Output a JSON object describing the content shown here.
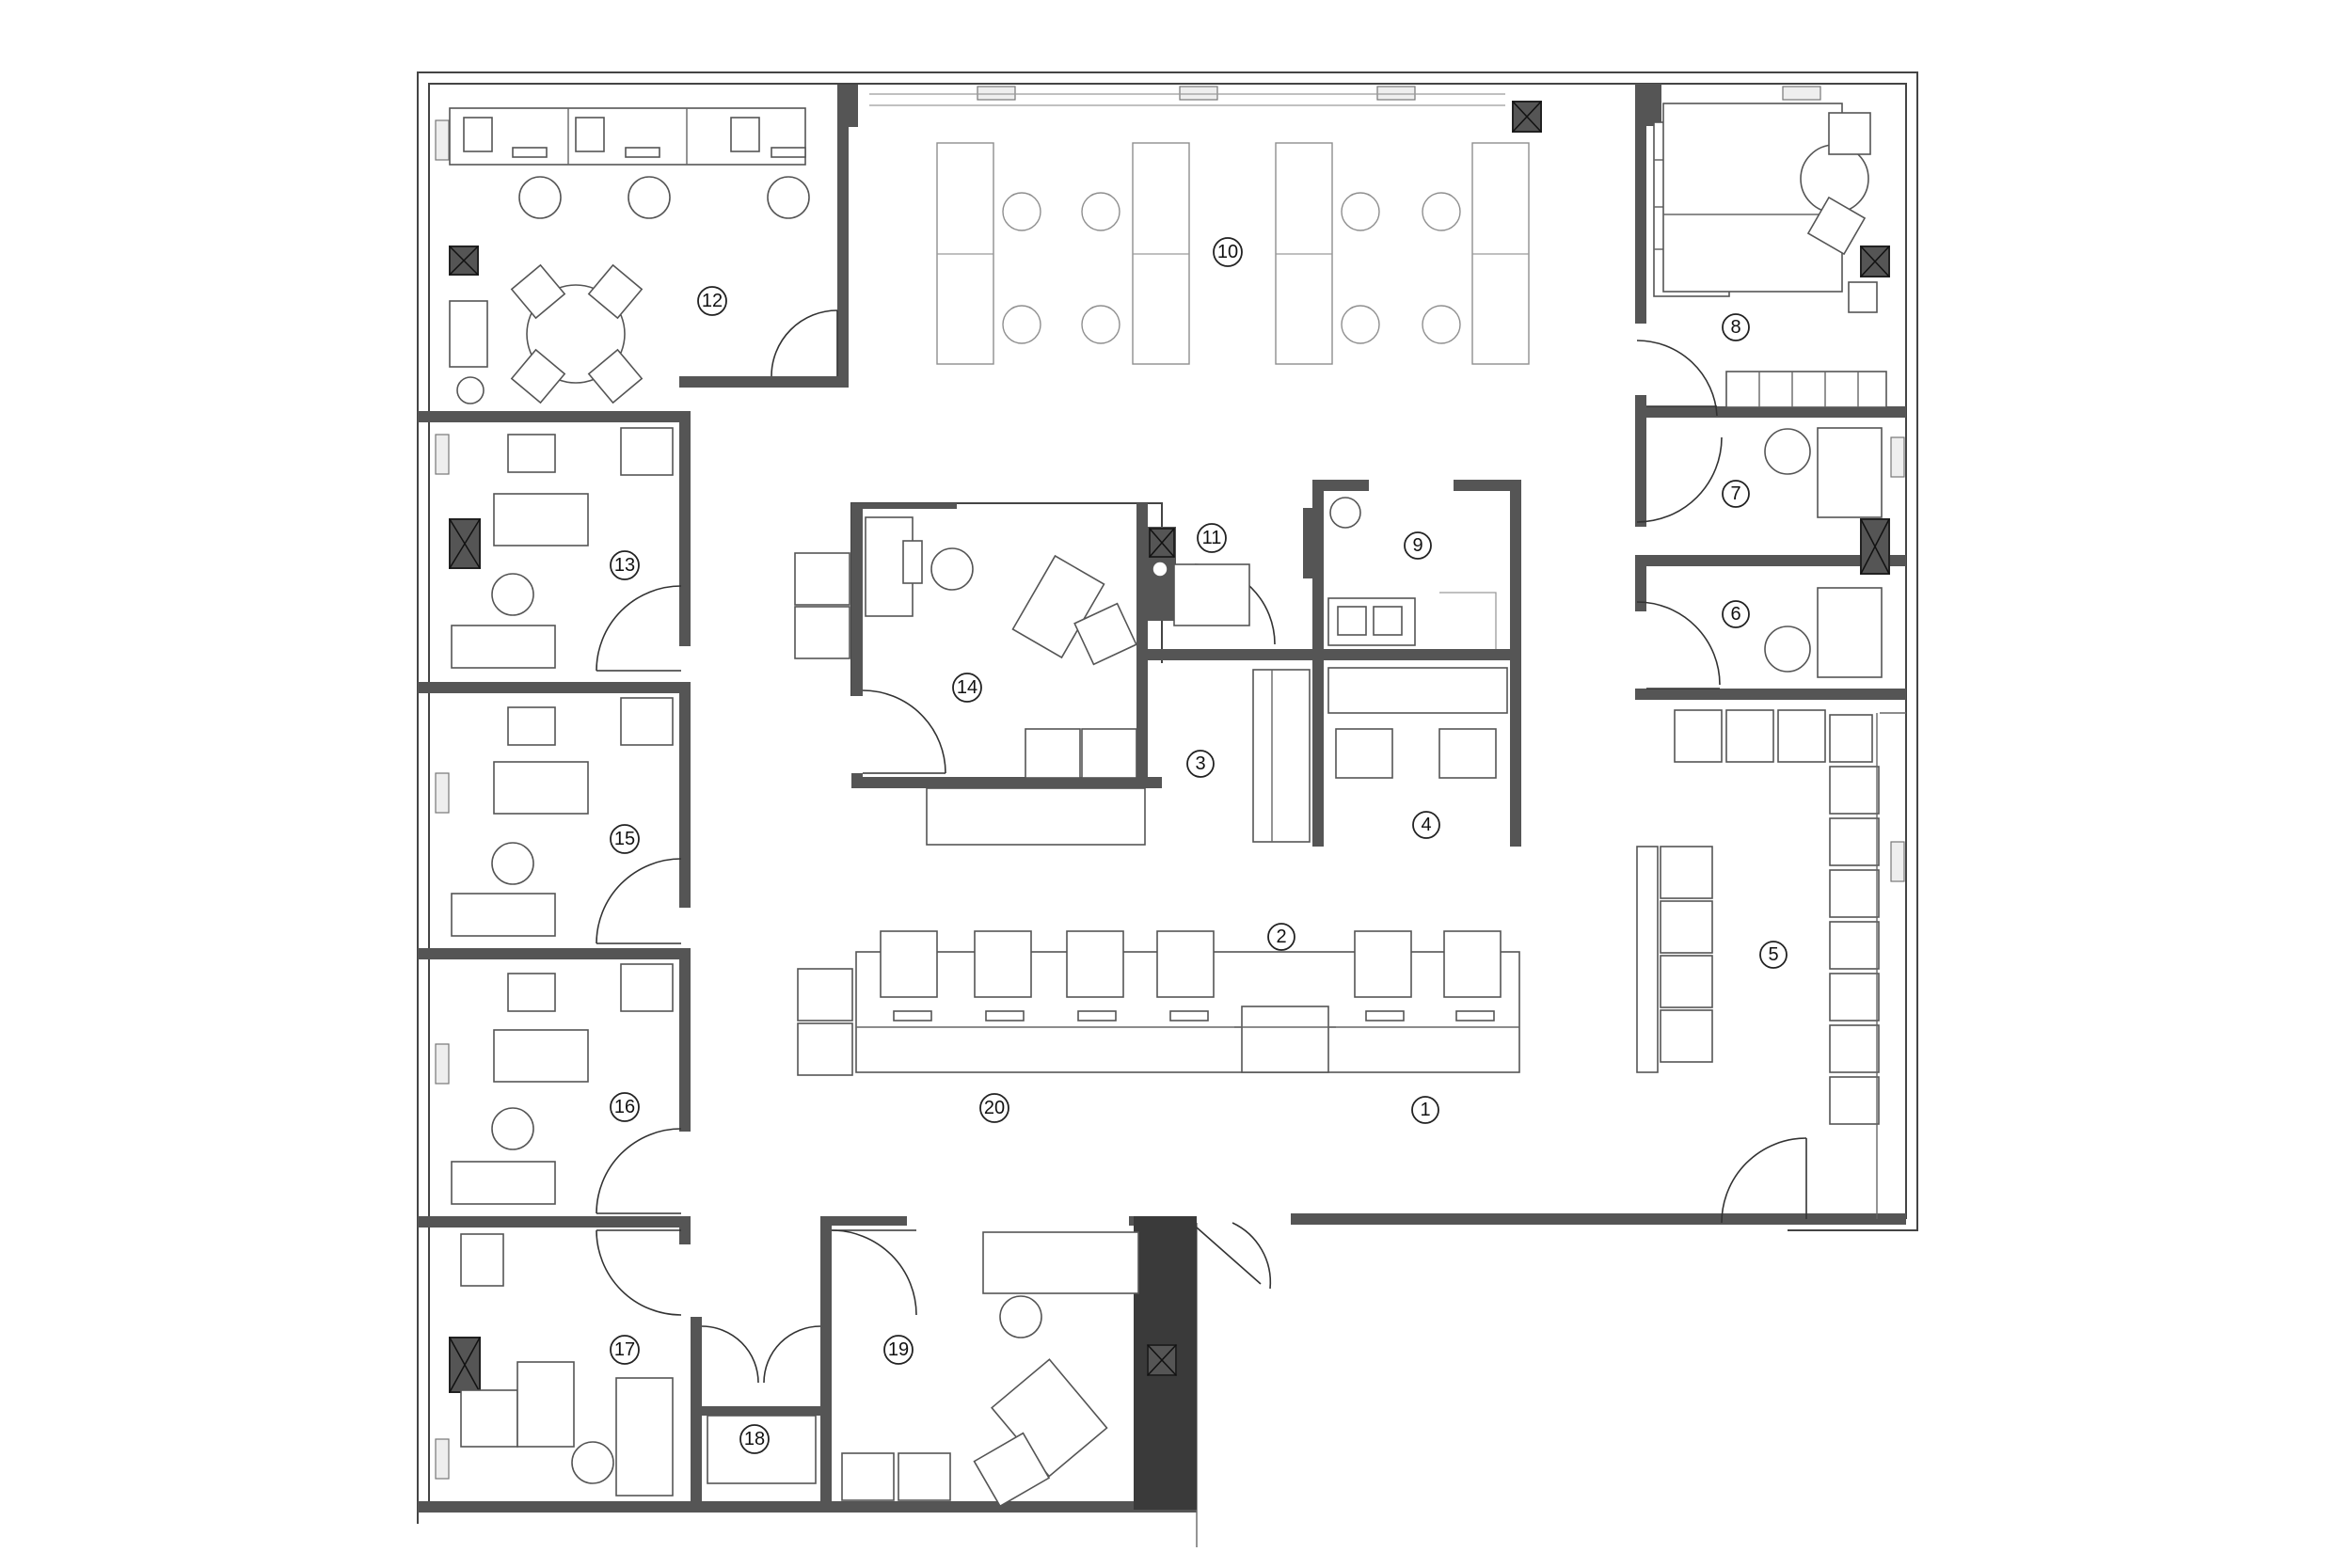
{
  "rooms": [
    {
      "id": "1",
      "label": "1"
    },
    {
      "id": "2",
      "label": "2"
    },
    {
      "id": "3",
      "label": "3"
    },
    {
      "id": "4",
      "label": "4"
    },
    {
      "id": "5",
      "label": "5"
    },
    {
      "id": "6",
      "label": "6"
    },
    {
      "id": "7",
      "label": "7"
    },
    {
      "id": "8",
      "label": "8"
    },
    {
      "id": "9",
      "label": "9"
    },
    {
      "id": "10",
      "label": "10"
    },
    {
      "id": "11",
      "label": "11"
    },
    {
      "id": "12",
      "label": "12"
    },
    {
      "id": "13",
      "label": "13"
    },
    {
      "id": "14",
      "label": "14"
    },
    {
      "id": "15",
      "label": "15"
    },
    {
      "id": "16",
      "label": "16"
    },
    {
      "id": "17",
      "label": "17"
    },
    {
      "id": "18",
      "label": "18"
    },
    {
      "id": "19",
      "label": "19"
    },
    {
      "id": "20",
      "label": "20"
    }
  ]
}
